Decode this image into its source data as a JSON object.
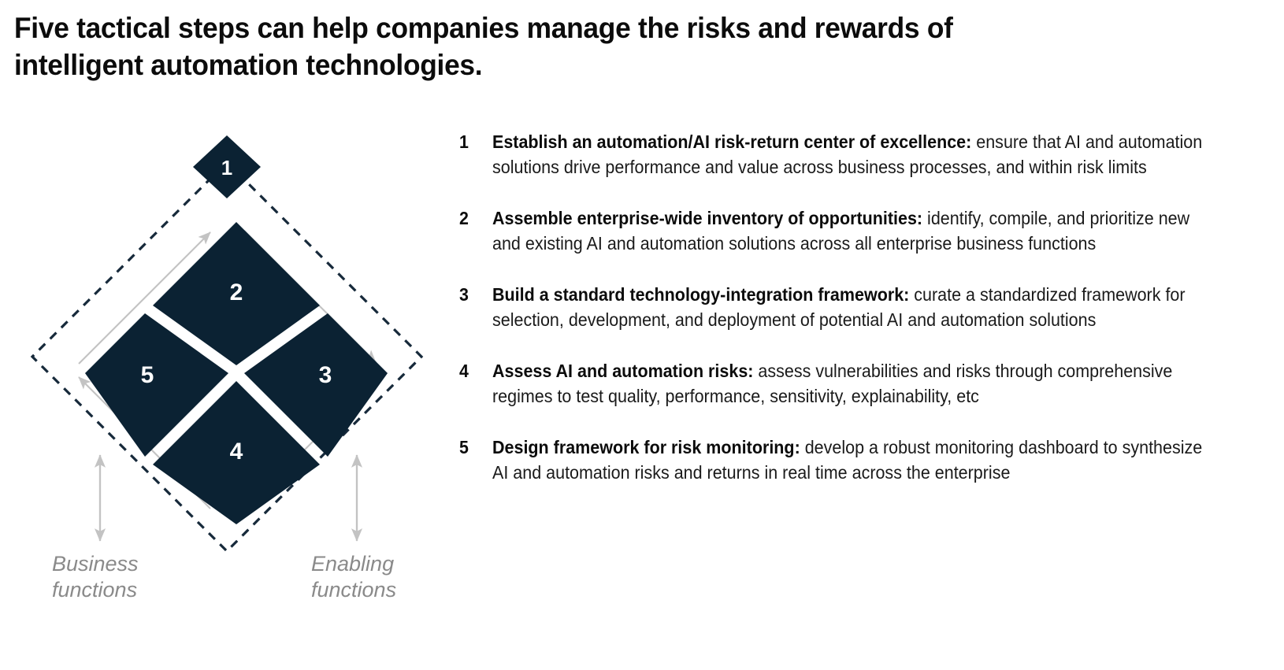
{
  "title": {
    "line1": "Five tactical steps can help companies manage the risks and rewards of",
    "line2": "intelligent automation technologies."
  },
  "colors": {
    "diamond_fill": "#0b2233",
    "diamond_text": "#ffffff",
    "dashed_outline": "#16293a",
    "arrow_gray": "#c3c3c3",
    "axis_label_gray": "#8a8a8a",
    "body_text": "#1a1a1a",
    "background": "#ffffff"
  },
  "diagram": {
    "name": "nested-diamond-cycle",
    "top_node": {
      "label": "1"
    },
    "inner_nodes": [
      {
        "position": "top",
        "label": "2"
      },
      {
        "position": "right",
        "label": "3"
      },
      {
        "position": "bottom",
        "label": "4"
      },
      {
        "position": "left",
        "label": "5"
      }
    ],
    "cycle_arrows": [
      {
        "from": "left",
        "to": "top",
        "direction": "up-right"
      },
      {
        "from": "top",
        "to": "right",
        "direction": "down-right"
      },
      {
        "from": "right",
        "to": "bottom",
        "direction": "down-left"
      },
      {
        "from": "bottom",
        "to": "left",
        "direction": "up-left"
      }
    ],
    "axis_labels": [
      {
        "side": "left",
        "text": "Business\nfunctions",
        "arrow": "double-vertical"
      },
      {
        "side": "right",
        "text": "Enabling\nfunctions",
        "arrow": "double-vertical"
      }
    ]
  },
  "steps": [
    {
      "num": "1",
      "lead": "Establish an automation/AI risk-return center of excellence:",
      "rest": " ensure that AI and automation solutions drive performance and value across business processes, and within risk limits"
    },
    {
      "num": "2",
      "lead": "Assemble enterprise-wide inventory of opportunities:",
      "rest": " identify, compile, and prioritize new and existing AI and automation solutions across all enterprise business functions"
    },
    {
      "num": "3",
      "lead": "Build a standard technology-integration framework:",
      "rest": " curate a standardized framework for selection, development, and deployment of potential AI and automation solutions"
    },
    {
      "num": "4",
      "lead": "Assess AI and automation risks:",
      "rest": " assess vulnerabilities and risks through comprehensive regimes to test quality, performance, sensitivity, explainability, etc"
    },
    {
      "num": "5",
      "lead": "Design framework for risk monitoring:",
      "rest": " develop a robust monitoring dashboard to synthesize AI and automation risks and returns in real time across the enterprise"
    }
  ]
}
